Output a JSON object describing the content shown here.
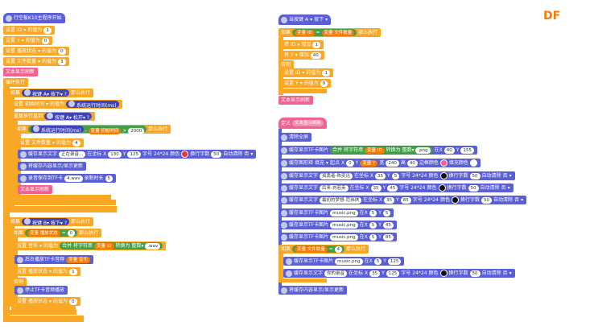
{
  "brand": "DF",
  "left": {
    "b1": "行空板K10主程序开始",
    "b2_a": "设置",
    "b2_var": "ID",
    "b2_b": "的值为",
    "b2_v": "1",
    "b3_a": "设置",
    "b3_var": "Y",
    "b3_b": "的值为",
    "b3_v": "0",
    "b4_a": "设置",
    "b4_var": "播放状态",
    "b4_b": "的值为",
    "b4_v": "0",
    "b5_a": "设置",
    "b5_var": "文件数量",
    "b5_b": "的值为",
    "b5_v": "3",
    "b6": "文本显示刷新",
    "b7": "循环执行",
    "b8_a": "如果",
    "b8_key": "按键 A",
    "b8_state": "按下",
    "b8_b": "那么执行",
    "b9_a": "设置",
    "b9_var": "初始时间",
    "b9_b": "的值为",
    "b9_fn": "系统运行时间(ms)",
    "b10_a": "重复执行直到",
    "b10_key": "按键 A",
    "b10_state": "松开",
    "b11_a": "如果",
    "b11_fn": "系统运行时间(ms)",
    "b11_op": "-",
    "b11_var": "变量 初始时间",
    "b11_cmp": ">",
    "b11_v": "2000",
    "b11_b": "那么执行",
    "b12_a": "设置",
    "b12_var": "文件数量",
    "b12_b": "的值为",
    "b12_v": "4",
    "b13_a": "缓存显示文字",
    "b13_txt": "正在录音...",
    "b13_b": "在坐标 X",
    "b13_x": "130",
    "b13_c": "Y",
    "b13_y": "125",
    "b13_d": "字号",
    "b13_size": "24*24",
    "b13_e": "颜色",
    "b13_f": "换行字数",
    "b13_w": "50",
    "b13_g": "自动清除",
    "b13_auto": "否",
    "b14": "将缓存内容显示/显示更新",
    "b15_a": "录音保存到TF卡",
    "b15_file": "4.wav",
    "b15_b": "录制时长",
    "b15_v": "5",
    "b16": "文本显示刷新",
    "b17_a": "如果",
    "b17_key": "按键 B",
    "b17_state": "按下",
    "b17_b": "那么执行",
    "b18_a": "如果",
    "b18_var": "变量 播放状态",
    "b18_op": "=",
    "b18_v": "0",
    "b18_b": "那么执行",
    "b19_a": "设置",
    "b19_var": "音乐",
    "b19_b": "的值为",
    "b19_fn": "合并",
    "b19_fn2": "将字符串",
    "b19_v": "变量 ID",
    "b19_conv": "转换为",
    "b19_type": "整数",
    "b19_ext": ".wav",
    "b20_a": "后台播放TF卡音频",
    "b20_v": "变量 音乐",
    "b21_a": "设置",
    "b21_var": "播放状态",
    "b21_b": "的值为",
    "b21_v": "1",
    "b22": "否则",
    "b23": "停止TF卡音频播放",
    "b24_a": "设置",
    "b24_var": "播放状态",
    "b24_b": "的值为",
    "b24_v": "0"
  },
  "right": {
    "r1_a": "当按键",
    "r1_key": "A",
    "r1_state": "按下",
    "r2_a": "如果",
    "r2_var": "变量 ID",
    "r2_op": "=",
    "r2_v": "变量 文件数量",
    "r2_b": "那么执行",
    "r3_a": "将",
    "r3_var": "ID",
    "r3_b": "增加",
    "r3_v": "1",
    "r4_a": "将",
    "r4_var": "Y",
    "r4_b": "增加",
    "r4_v": "40",
    "r5": "否则",
    "r6_a": "设置",
    "r6_var": "ID",
    "r6_b": "的值为",
    "r6_v": "1",
    "r7_a": "设置",
    "r7_var": "Y",
    "r7_b": "的值为",
    "r7_v": "0",
    "r8": "文本显示刷新",
    "r9_a": "定义",
    "r9_b": "文本显示刷新",
    "r10": "清除全屏",
    "r11_a": "缓存显示TF卡图片",
    "r11_fn": "合并",
    "r11_fn2": "将字符串",
    "r11_v": "变量 ID",
    "r11_conv": "转换为",
    "r11_type": "整数",
    "r11_ext": ".png",
    "r11_b": "在X",
    "r11_x": "40",
    "r11_c": "Y",
    "r11_y": "155",
    "r12_a": "缓存图形矩",
    "r12_b": "填充",
    "r12_c": "起点 X",
    "r12_x": "0",
    "r12_d": "Y",
    "r12_yv": "变量 Y",
    "r12_e": "宽",
    "r12_w": "240",
    "r12_f": "高",
    "r12_h": "40",
    "r12_g": "边框颜色",
    "r12_i": "填充颜色",
    "r13_a": "缓存显示文字",
    "r13_txt": "孤勇者-陈奕迅",
    "r13_b": "在坐标 X",
    "r13_x": "35",
    "r13_c": "Y",
    "r13_y": "5",
    "r13_d": "字号",
    "r13_size": "24*24",
    "r13_e": "颜色",
    "r13_f": "换行字数",
    "r13_w": "50",
    "r13_g": "自动清除",
    "r13_auto": "否",
    "r14_a": "缓存显示文字",
    "r14_txt": "后来-刘若英",
    "r14_b": "在坐标 X",
    "r14_x": "35",
    "r14_c": "Y",
    "r14_y": "45",
    "r14_d": "字号",
    "r14_size": "24*24",
    "r14_e": "颜色",
    "r14_f": "换行字数",
    "r14_w": "50",
    "r14_g": "自动清除",
    "r14_auto": "否",
    "r15_a": "缓存显示文字",
    "r15_txt": "最初的梦想-范玮琪",
    "r15_b": "在坐标 X",
    "r15_x": "35",
    "r15_c": "Y",
    "r15_y": "85",
    "r15_d": "字号",
    "r15_size": "24*24",
    "r15_e": "颜色",
    "r15_f": "换行字数",
    "r15_w": "50",
    "r15_g": "自动清除",
    "r15_auto": "否",
    "r16_a": "缓存显示TF卡图片",
    "r16_file": "music.png",
    "r16_b": "在X",
    "r16_x": "5",
    "r16_c": "Y",
    "r16_y": "5",
    "r17_a": "缓存显示TF卡图片",
    "r17_file": "music.png",
    "r17_b": "在X",
    "r17_x": "5",
    "r17_c": "Y",
    "r17_y": "45",
    "r18_a": "缓存显示TF卡图片",
    "r18_file": "music.png",
    "r18_b": "在X",
    "r18_x": "5",
    "r18_c": "Y",
    "r18_y": "85",
    "r19_a": "如果",
    "r19_var": "变量 文件数量",
    "r19_op": "=",
    "r19_v": "4",
    "r19_b": "那么执行",
    "r20_a": "缓存显示TF卡图片",
    "r20_file": "music.png",
    "r20_b": "在X",
    "r20_x": "5",
    "r20_c": "Y",
    "r20_y": "125",
    "r21_a": "缓存显示文字",
    "r21_txt": "你的录音",
    "r21_b": "在坐标 X",
    "r21_x": "35",
    "r21_c": "Y",
    "r21_y": "125",
    "r21_d": "字号",
    "r21_size": "24*24",
    "r21_e": "颜色",
    "r21_f": "换行字数",
    "r21_w": "50",
    "r21_g": "自动清除",
    "r21_auto": "否",
    "r22": "将缓存内容显示/显示更新"
  },
  "colors": {
    "control": "#f9a825",
    "k10": "#5b5fd6",
    "operator": "#4caf50",
    "function": "#f06292",
    "red": "#e53935",
    "black": "#111111"
  }
}
